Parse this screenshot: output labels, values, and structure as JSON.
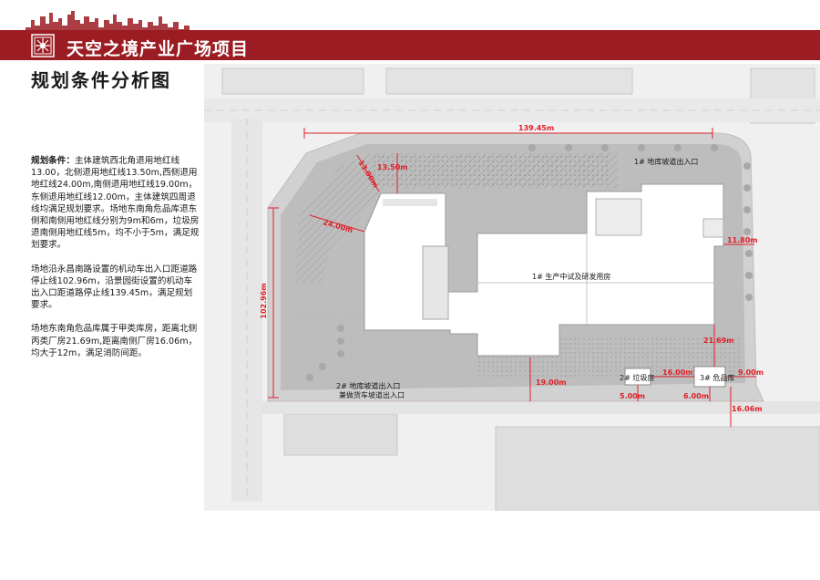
{
  "header": {
    "project_title": "天空之境产业广场项目",
    "page_title": "规划条件分析图"
  },
  "notes": {
    "p1_label": "规划条件：",
    "p1_text": "主体建筑西北角退用地红线13.00，北侧退用地红线13.50m,西侧退用地红线24.00m,南侧退用地红线19.00m，东侧退用地红线12.00m，主体建筑四周退线均满足规划要求。场地东南角危品库退东侧和南侧用地红线分别为9m和6m，垃圾房退南侧用地红线5m，均不小于5m，满足规划要求。",
    "p2_text": "场地沿永昌南路设置的机动车出入口距道路停止线102.96m，沿景园街设置的机动车出入口距道路停止线139.45m，满足规划要求。",
    "p3_text": "场地东南角危品库属于甲类库房，距离北侧丙类厂房21.69m,距离南侧厂房16.06m，均大于12m，满足消防间距。"
  },
  "plan": {
    "dimensions": {
      "north_entrance": "139.45m",
      "west_entrance": "102.96m",
      "nw_corner": "13.00m",
      "north": "13.50m",
      "west": "24.00m",
      "east": "11.80m",
      "south": "19.00m",
      "to_north_plant": "21.69m",
      "storage_east": "9.00m",
      "storage_south": "6.00m",
      "to_south_plant": "16.06m",
      "garbage_south": "5.00m",
      "garbage_to_storage": "16.00m"
    },
    "labels": {
      "ramp1": "1# 地库坡道出入口",
      "building1": "1# 生产中试及研发用房",
      "ramp2_line1": "2# 地库坡道出入口",
      "ramp2_line2": "兼做货车坡道出入口",
      "garbage": "2# 垃圾房",
      "storage": "3# 危品库"
    }
  },
  "colors": {
    "brand_red": "#9b1c22",
    "dimension_red": "#e0202a"
  }
}
